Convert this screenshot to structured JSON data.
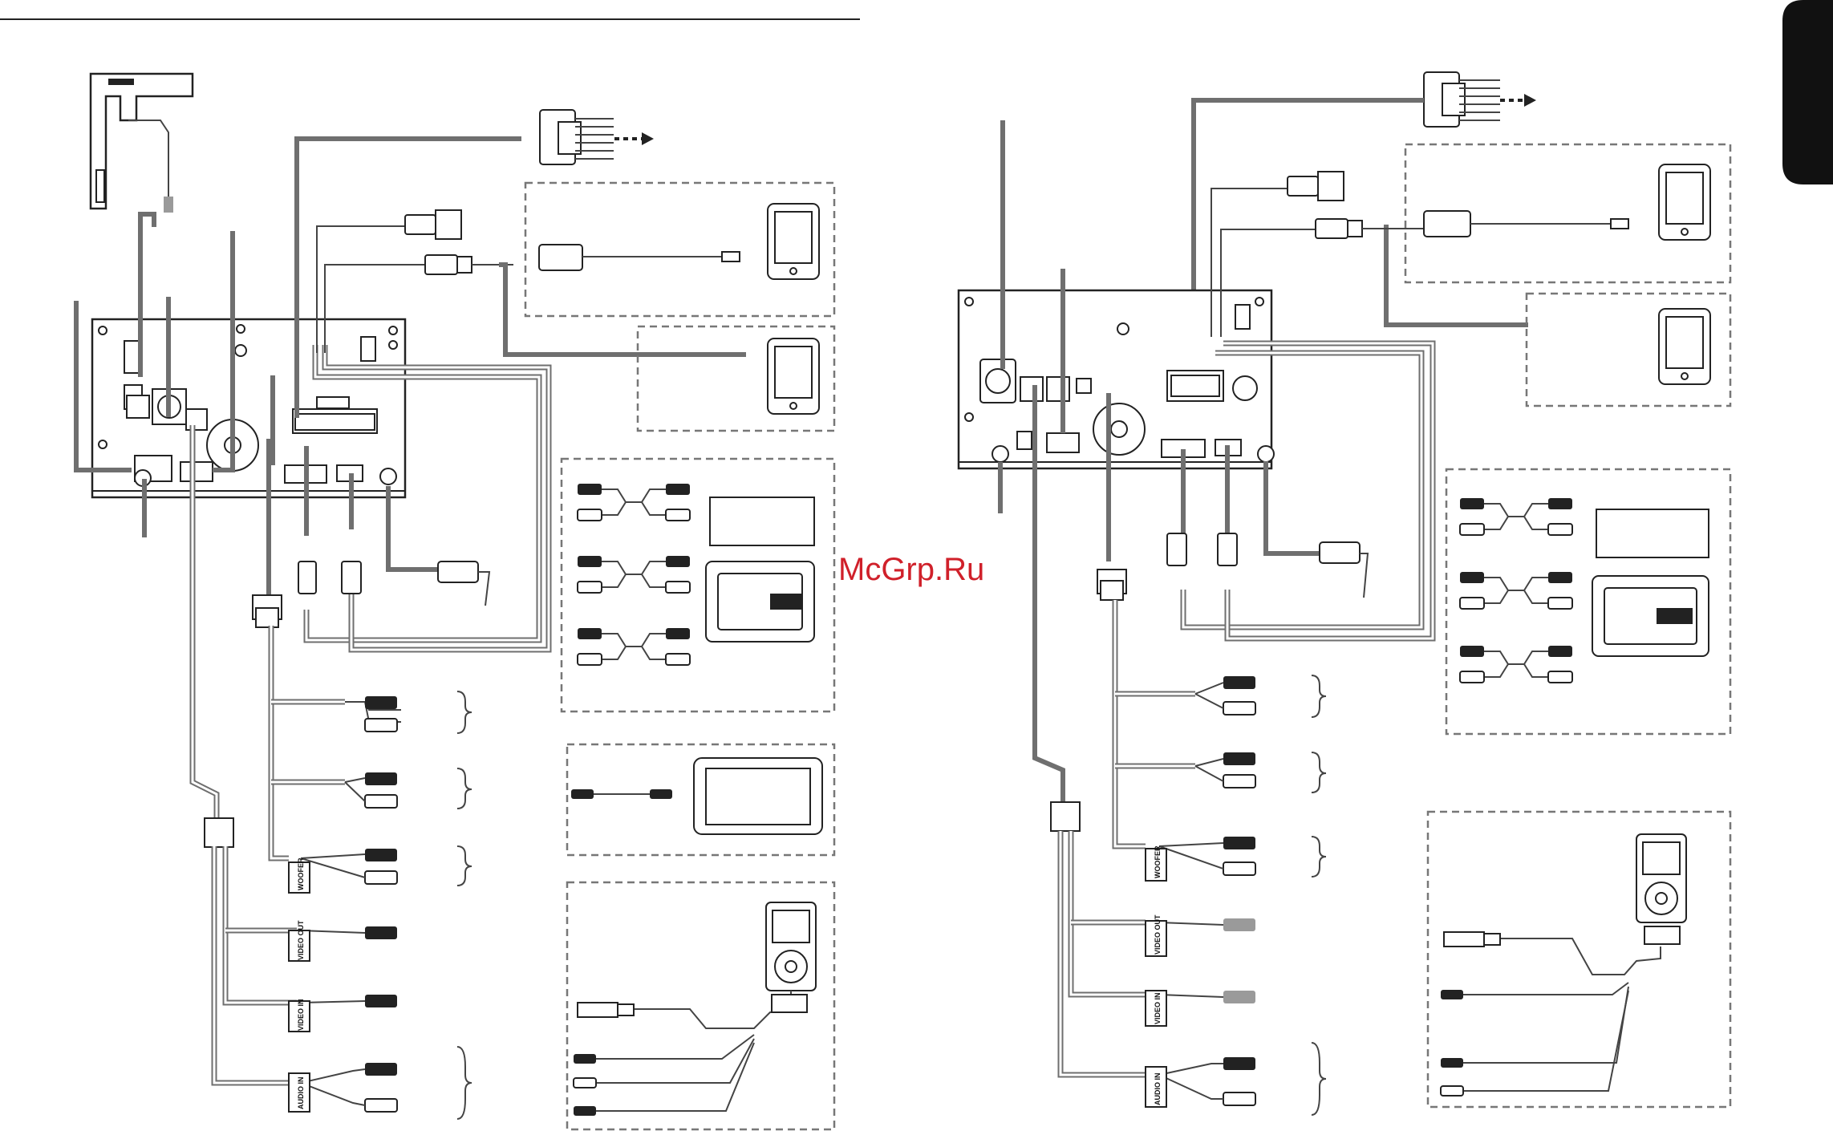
{
  "watermark": "McGrp.Ru",
  "left": {
    "labels": {
      "woofer": "WOOFER",
      "video_out": "VIDEO OUT",
      "video_in": "VIDEO IN",
      "audio_in": "AUDIO IN"
    }
  },
  "right": {
    "labels": {
      "woofer": "WOOFER",
      "video_out": "VIDEO OUT",
      "video_in": "VIDEO IN",
      "audio_in": "AUDIO IN"
    }
  },
  "colors": {
    "wire": "#6f6f6f",
    "outline": "#222222",
    "watermark": "#d0202a",
    "tab": "#111111"
  }
}
